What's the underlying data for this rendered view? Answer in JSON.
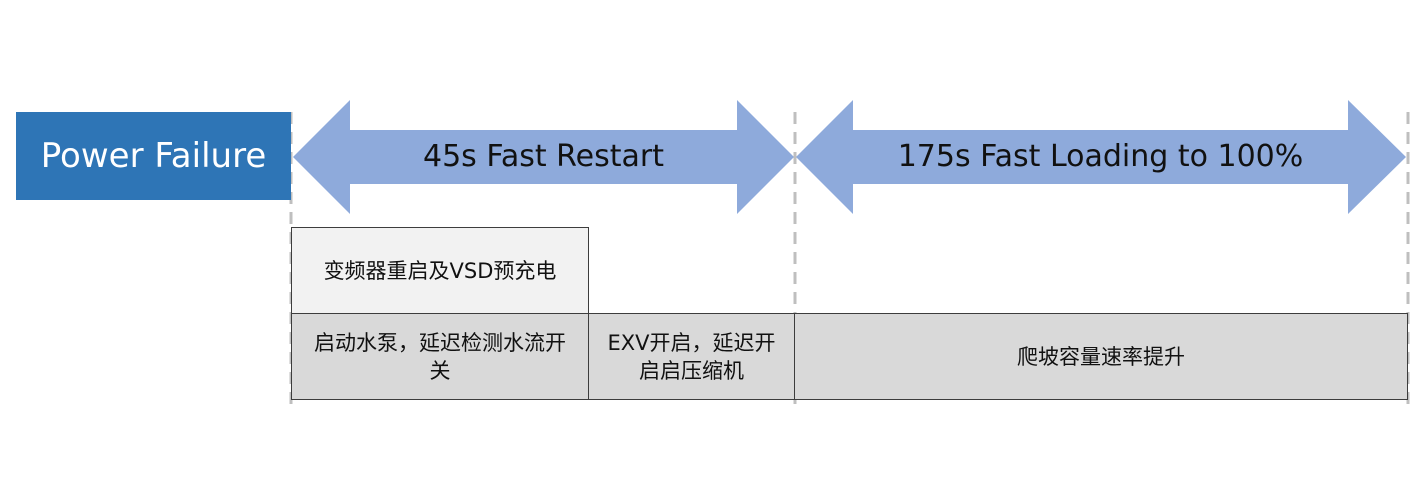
{
  "start_box": {
    "label": "Power Failure"
  },
  "phases": [
    {
      "label": "45s Fast Restart"
    },
    {
      "label": "175s Fast Loading to 100%"
    }
  ],
  "tasks": {
    "vsd_restart": "变频器重启及VSD预充电",
    "water_pump": "启动水泵，延迟检测水流开关",
    "exv_open": "EXV开启，延迟开启启压缩机",
    "ramp_up": "爬坡容量速率提升"
  },
  "colors": {
    "start_box": "#2e75b6",
    "arrow": "#8eaadb",
    "light_box": "#f2f2f2",
    "gray_box": "#d9d9d9"
  }
}
